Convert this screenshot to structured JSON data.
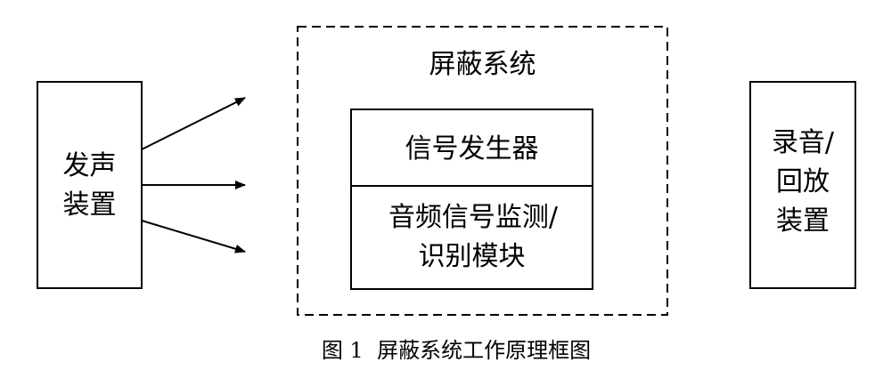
{
  "sound_device": {
    "line1": "发声",
    "line2": "装置"
  },
  "shield_system": {
    "title": "屏蔽系统",
    "signal_generator": "信号发生器",
    "monitor_line1": "音频信号监测/",
    "monitor_line2": "识别模块"
  },
  "recording_device": {
    "line1": "录音/",
    "line2": "回放",
    "line3": "装置"
  },
  "caption": "图 1  屏蔽系统工作原理框图"
}
